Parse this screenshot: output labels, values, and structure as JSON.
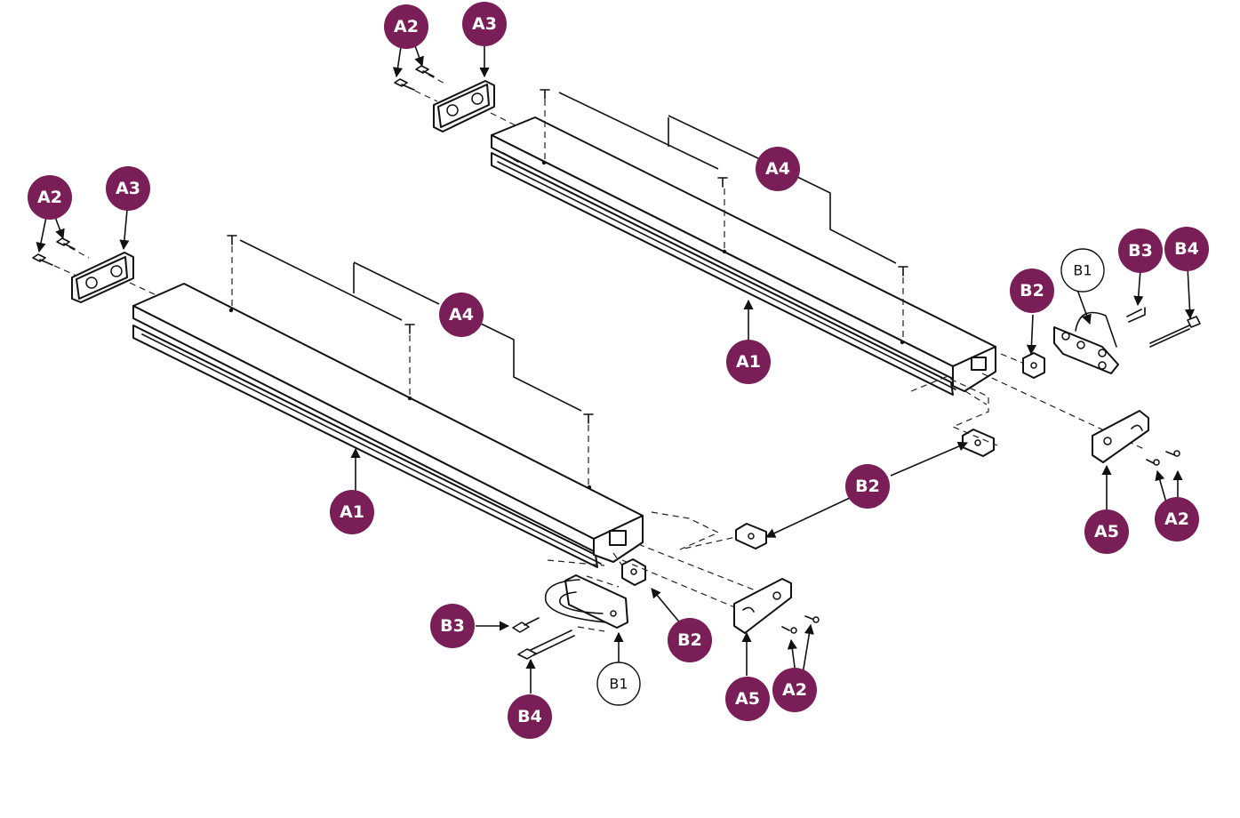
{
  "colors": {
    "callout_fill": "#7a1e57",
    "callout_text": "#ffffff",
    "line": "#111111"
  },
  "callouts": {
    "a1_upper": "A1",
    "a1_lower": "A1",
    "a2_upper_end": "A2",
    "a2_lower_end": "A2",
    "a2_upper_bracket": "A2",
    "a2_lower_bracket": "A2",
    "a3_upper": "A3",
    "a3_lower": "A3",
    "a4_upper": "A4",
    "a4_lower": "A4",
    "a5_upper": "A5",
    "a5_lower": "A5",
    "b1_upper": "B1",
    "b1_lower": "B1",
    "b2_upper": "B2",
    "b2_middle": "B2",
    "b2_lower": "B2",
    "b3_upper": "B3",
    "b3_lower": "B3",
    "b4_upper": "B4",
    "b4_lower": "B4"
  },
  "icons": [
    "rail-extrusion",
    "end-cap-plate",
    "flat-head-screw",
    "bracket-plate",
    "tie-down-loop",
    "slide-nut",
    "hex-bolt"
  ]
}
